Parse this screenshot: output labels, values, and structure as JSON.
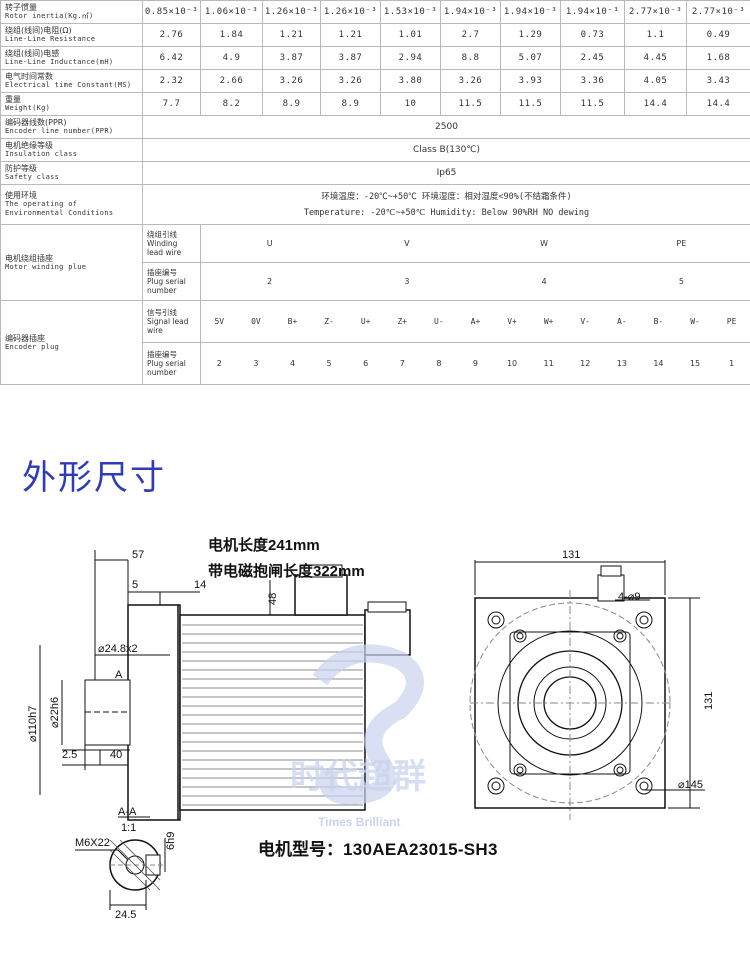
{
  "spec_table": {
    "rows": [
      {
        "cn": "转子惯量",
        "en": "Rotor inertia(Kg.㎡)",
        "values": [
          "0.85×10⁻³",
          "1.06×10⁻³",
          "1.26×10⁻³",
          "1.26×10⁻³",
          "1.53×10⁻³",
          "1.94×10⁻³",
          "1.94×10⁻³",
          "1.94×10⁻³",
          "2.77×10⁻³",
          "2.77×10⁻³"
        ]
      },
      {
        "cn": "绕组(线间)电阻(Ω)",
        "en": "Line-Line Resistance",
        "values": [
          "2.76",
          "1.84",
          "1.21",
          "1.21",
          "1.01",
          "2.7",
          "1.29",
          "0.73",
          "1.1",
          "0.49"
        ]
      },
      {
        "cn": "绕组(线间)电感",
        "en": "Line-Line Inductance(mH)",
        "values": [
          "6.42",
          "4.9",
          "3.87",
          "3.87",
          "2.94",
          "8.8",
          "5.07",
          "2.45",
          "4.45",
          "1.68"
        ]
      },
      {
        "cn": "电气时间常数",
        "en": "Electrical time Constant(MS)",
        "values": [
          "2.32",
          "2.66",
          "3.26",
          "3.26",
          "3.80",
          "3.26",
          "3.93",
          "3.36",
          "4.05",
          "3.43"
        ]
      },
      {
        "cn": "重量",
        "en": "Weight(Kg)",
        "values": [
          "7.7",
          "8.2",
          "8.9",
          "8.9",
          "10",
          "11.5",
          "11.5",
          "11.5",
          "14.4",
          "14.4"
        ]
      }
    ],
    "encoder": {
      "cn": "编码器线数(PPR)",
      "en": "Encoder line number(PPR)",
      "value": "2500"
    },
    "insulation": {
      "cn": "电机绝缘等级",
      "en": "Insulation class",
      "value": "Class B(130℃)"
    },
    "protection": {
      "cn": "防护等级",
      "en": "Safety class",
      "value": "Ip65"
    },
    "environment": {
      "cn": "使用环境",
      "en1": "The operating of",
      "en2": "Environmental Conditions",
      "line1": "环境温度：-20℃~+50℃     环境湿度：相对湿度<90%(不结霜条件)",
      "line2": "Temperature: -20℃~+50℃   Humidity: Below 90%RH NO dewing"
    },
    "motor_plug": {
      "cn": "电机绕组插座",
      "en": "Motor winding plue",
      "lead_cn": "绕组引线",
      "lead_en1": "Winding",
      "lead_en2": "lead wire",
      "serial_cn": "插座编号",
      "serial_en1": "Plug serial",
      "serial_en2": "number",
      "leads": [
        "U",
        "V",
        "W",
        "PE"
      ],
      "numbers": [
        "2",
        "3",
        "4",
        "5"
      ]
    },
    "encoder_plug": {
      "cn": "编码器插座",
      "en": "Encoder plug",
      "lead_cn": "信号引线",
      "lead_en1": "Signal lead",
      "lead_en2": "wire",
      "serial_cn": "插座编号",
      "serial_en1": "Plug serial",
      "serial_en2": "number",
      "signals": [
        "5V",
        "0V",
        "B+",
        "Z-",
        "U+",
        "Z+",
        "U-",
        "A+",
        "V+",
        "W+",
        "V-",
        "A-",
        "B-",
        "W-",
        "PE"
      ],
      "numbers": [
        "2",
        "3",
        "4",
        "5",
        "6",
        "7",
        "8",
        "9",
        "10",
        "11",
        "12",
        "13",
        "14",
        "15",
        "1"
      ]
    }
  },
  "section_title": "外形尺寸",
  "drawing": {
    "motor_length": "电机长度241mm",
    "brake_length": "带电磁抱闸长度322mm",
    "dim_57": "57",
    "dim_5": "5",
    "dim_14": "14",
    "dim_48": "48",
    "dim_key": "⌀24.8x2",
    "dim_A": "A",
    "dim_shaft_dia": "⌀110h7",
    "dim_22": "⌀22h6",
    "dim_2_5": "2.5",
    "dim_40": "40",
    "dim_131_top": "131",
    "dim_131_side": "131",
    "dim_holes": "4-⌀9",
    "dim_145": "⌀145",
    "section_AA": "A-A",
    "section_scale": "1:1",
    "thread": "M6X22",
    "dim_6h9": "6h9",
    "dim_24_5": "24.5",
    "watermark_cn": "时代超群",
    "watermark_en": "Times Brilliant"
  },
  "model": {
    "label": "电机型号：",
    "value": "130AEA23015-SH3"
  }
}
